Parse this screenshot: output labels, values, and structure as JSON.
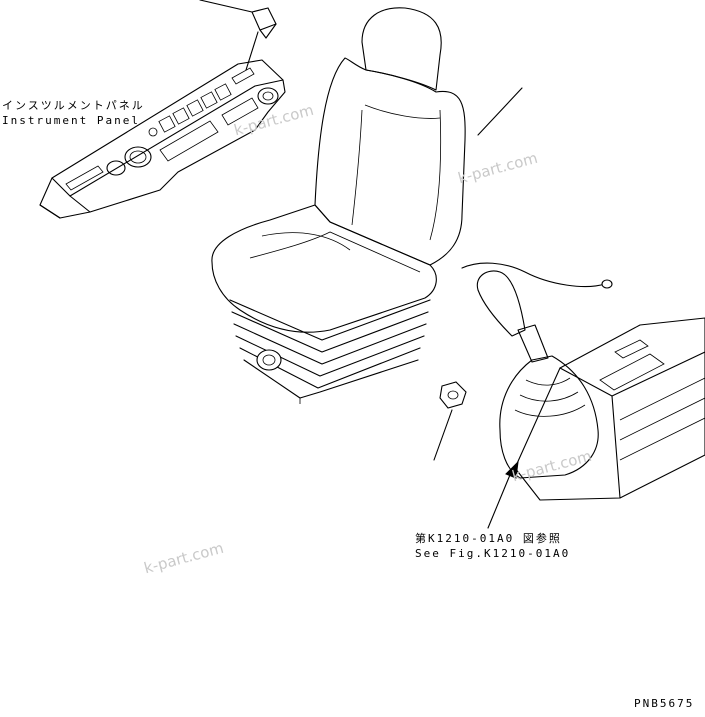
{
  "labels": {
    "panel_jp": "インスツルメントパネル",
    "panel_en": "Instrument Panel",
    "ref_jp": "第K1210-01A0 図参照",
    "ref_en": "See Fig.K1210-01A0",
    "drawing_no": "PNB5675"
  },
  "watermarks": [
    "k-part.com",
    "k-part.com",
    "k-part.com",
    "k-part.com"
  ],
  "colors": {
    "line": "#000000",
    "watermark": "#c9c9c9",
    "background": "#ffffff"
  }
}
